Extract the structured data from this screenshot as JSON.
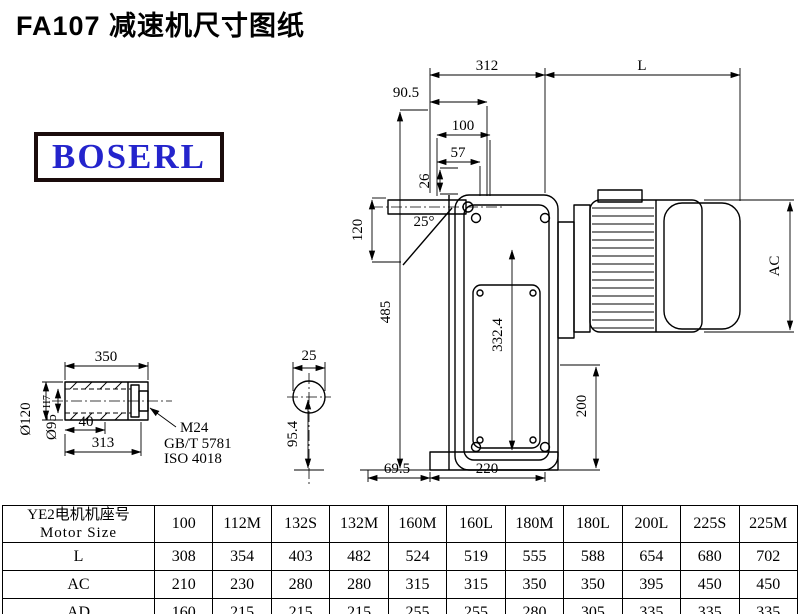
{
  "title": "FA107 减速机尺寸图纸",
  "logo": "BOSERL",
  "dims": {
    "n312": "312",
    "nL": "L",
    "n90_5": "90.5",
    "n100": "100",
    "n57": "57",
    "n26": "26",
    "n120": "120",
    "n485": "485",
    "angle25": "25°",
    "n332_4": "332.4",
    "nAC": "AC",
    "n200": "200",
    "n69_5": "69.5",
    "n220": "220",
    "n25": "25",
    "n95_4": "95.4",
    "n350": "350",
    "n40": "40",
    "n313": "313",
    "dia120": "Ø120",
    "dia95": "Ø95",
    "tol95": "H7",
    "m24": "M24",
    "gbt": "GB/T 5781",
    "iso": "ISO 4018"
  },
  "table": {
    "size_cn": "YE2电机机座号",
    "size_en": "Motor Size",
    "columns": [
      "100",
      "112M",
      "132S",
      "132M",
      "160M",
      "160L",
      "180M",
      "180L",
      "200L",
      "225S",
      "225M"
    ],
    "rows": [
      {
        "label": "L",
        "values": [
          "308",
          "354",
          "403",
          "482",
          "524",
          "519",
          "555",
          "588",
          "654",
          "680",
          "702"
        ]
      },
      {
        "label": "AC",
        "values": [
          "210",
          "230",
          "280",
          "280",
          "315",
          "315",
          "350",
          "350",
          "395",
          "450",
          "450"
        ]
      },
      {
        "label": "AD",
        "values": [
          "160",
          "215",
          "215",
          "215",
          "255",
          "255",
          "280",
          "305",
          "335",
          "335",
          "335"
        ]
      }
    ]
  }
}
